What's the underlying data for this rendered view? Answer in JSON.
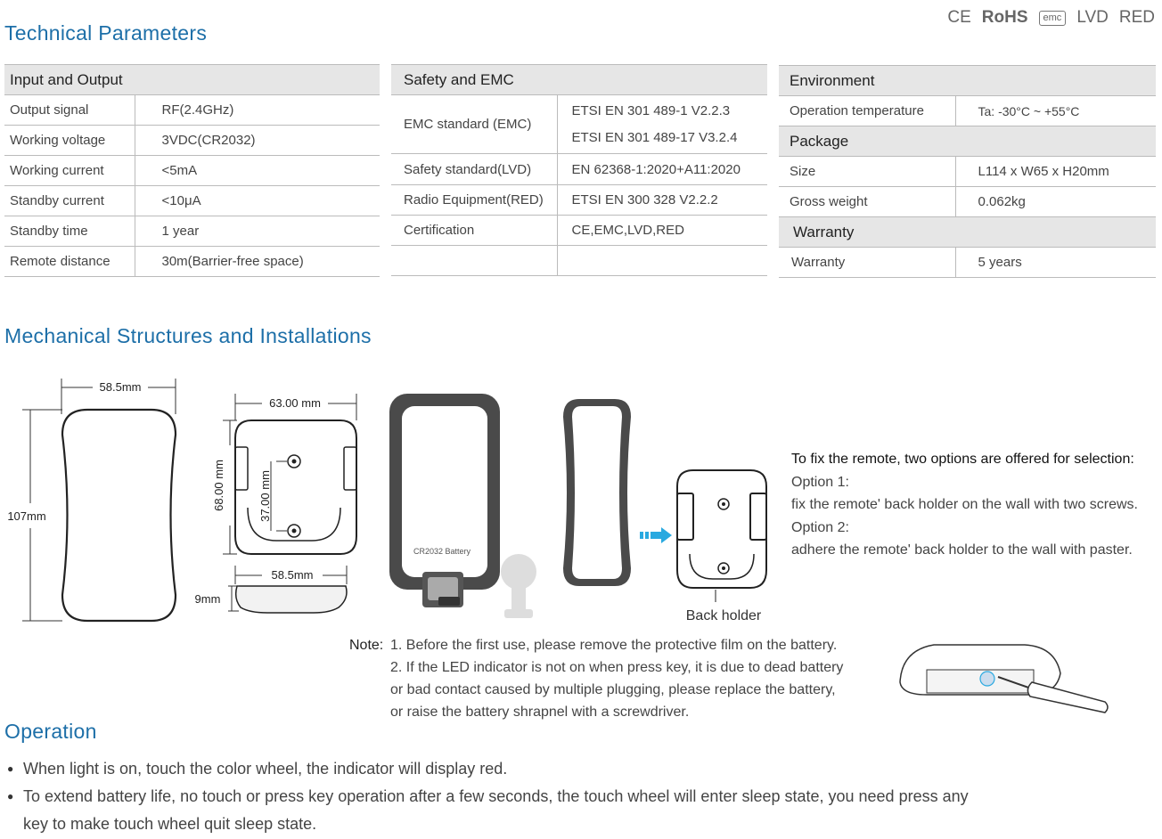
{
  "certifications": [
    "CE",
    "RoHS",
    "emc",
    "LVD",
    "RED"
  ],
  "technical_parameters": {
    "title": "Technical Parameters",
    "input_output": {
      "header": "Input and Output",
      "rows": [
        {
          "label": "Output signal",
          "value": "RF(2.4GHz)"
        },
        {
          "label": "Working voltage",
          "value": "3VDC(CR2032)"
        },
        {
          "label": "Working current",
          "value": "<5mA"
        },
        {
          "label": "Standby current",
          "value": "<10μA"
        },
        {
          "label": "Standby time",
          "value": "1 year"
        },
        {
          "label": "Remote distance",
          "value": "30m(Barrier-free space)"
        }
      ]
    },
    "safety_emc": {
      "header": "Safety and EMC",
      "rows": [
        {
          "label": "EMC standard (EMC)",
          "values": [
            "ETSI EN 301 489-1 V2.2.3",
            "ETSI EN 301 489-17 V3.2.4"
          ]
        },
        {
          "label": "Safety standard(LVD)",
          "value": "EN 62368-1:2020+A11:2020"
        },
        {
          "label": "Radio Equipment(RED)",
          "value": "ETSI EN 300 328 V2.2.2"
        },
        {
          "label": "Certification",
          "value": "CE,EMC,LVD,RED"
        }
      ]
    },
    "environment": {
      "header": "Environment",
      "rows": [
        {
          "label": "Operation temperature",
          "value": "Ta: -30°C ~ +55°C"
        }
      ]
    },
    "package": {
      "header": "Package",
      "rows": [
        {
          "label": "Size",
          "value": "L114 x W65 x H20mm"
        },
        {
          "label": "Gross weight",
          "value": "0.062kg"
        }
      ]
    },
    "warranty": {
      "header": "Warranty",
      "rows": [
        {
          "label": "Warranty",
          "value": "5 years"
        }
      ]
    }
  },
  "mechanical": {
    "title": "Mechanical Structures and Installations",
    "dims": {
      "front_width": "58.5mm",
      "front_height": "107mm",
      "holder_width": "63.00 mm",
      "holder_height": "68.00 mm",
      "hole_spacing": "37.00 mm",
      "side_width": "58.5mm",
      "side_thickness": "9mm"
    },
    "battery_label": "CR2032 Battery",
    "back_holder_label": "Back holder",
    "fix_options": {
      "lead": "To fix the remote, two options are offered for selection:",
      "option1_title": "Option 1:",
      "option1_text": "fix the remote' back holder on the wall with two screws.",
      "option2_title": "Option 2:",
      "option2_text": "adhere the remote' back holder to the wall with paster."
    },
    "note": {
      "label": "Note:",
      "lines": [
        "1. Before the first use, please remove the protective film on the battery.",
        "2. If the LED indicator is not on when press key, it is due to dead battery",
        "or bad contact caused by multiple plugging, please replace the battery,",
        "or raise the battery shrapnel with a screwdriver."
      ]
    }
  },
  "operation": {
    "title": "Operation",
    "items": [
      "When light is on, touch the color wheel, the indicator will display red.",
      "To extend battery life, no touch or press key operation after a few seconds, the touch wheel will enter sleep state, you need press any key to make touch wheel quit sleep state."
    ]
  },
  "colors": {
    "heading": "#1d6fa8",
    "table_header_bg": "#e6e6e6",
    "arrow": "#29a9e0"
  }
}
